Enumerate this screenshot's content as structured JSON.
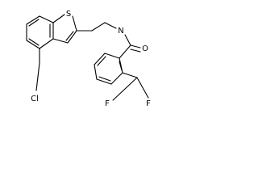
{
  "molecule": {
    "atoms": {
      "S": "S",
      "N": "N",
      "O": "O",
      "Cl": "Cl",
      "F1": "F",
      "F2": "F"
    },
    "colors": {
      "bond": "#000000",
      "label": "#000000",
      "background": "#ffffff"
    }
  }
}
